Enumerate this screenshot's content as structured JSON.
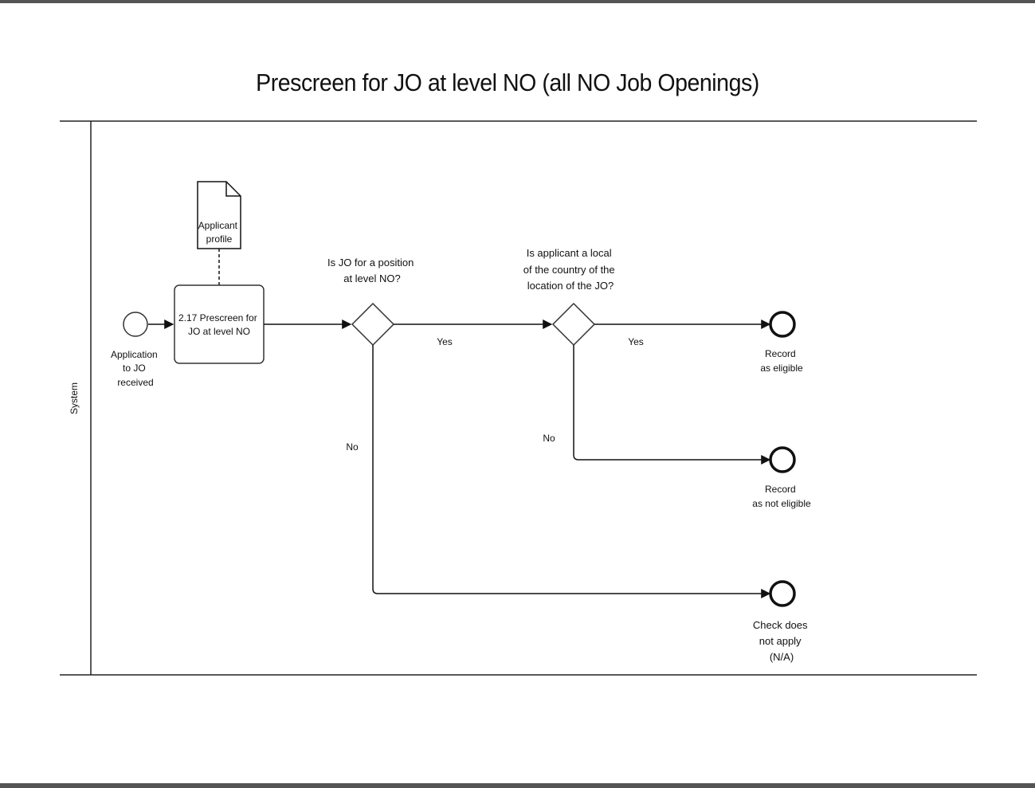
{
  "diagram": {
    "title": "Prescreen for JO at level NO (all NO Job Openings)",
    "lane": "System",
    "start_event": [
      "Application",
      "to JO",
      "received"
    ],
    "task": [
      "2.17 Prescreen for",
      "JO at level NO"
    ],
    "data_object": [
      "Applicant",
      "profile"
    ],
    "gateway_1": [
      "Is JO for a position",
      "at level NO?"
    ],
    "gateway_2": [
      "Is applicant a local",
      "of the country of the",
      "location of the JO?"
    ],
    "yes_label_1": "Yes",
    "yes_label_2": "Yes",
    "no_label_1": "No",
    "no_label_2": "No",
    "end_eligible": [
      "Record",
      "as eligible"
    ],
    "end_not_eligible": [
      "Record",
      "as not eligible"
    ],
    "end_na": [
      "Check does",
      "not apply",
      "(N/A)"
    ]
  },
  "colors": {
    "stroke": "#222222",
    "frame": "#555555"
  }
}
